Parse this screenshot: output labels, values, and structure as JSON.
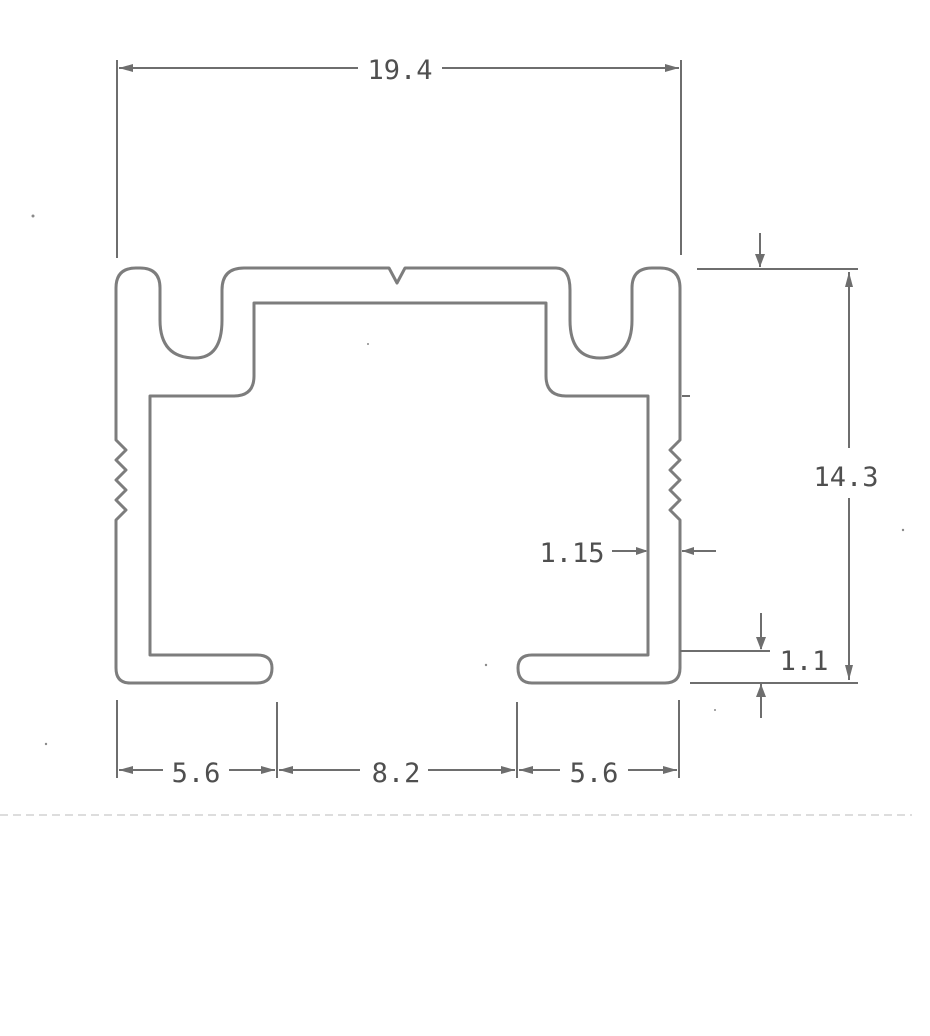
{
  "dimensions": {
    "overall_width": "19.4",
    "overall_height": "14.3",
    "wall_thickness": "1.15",
    "flange_thickness": "1.1",
    "left_flange": "5.6",
    "opening": "8.2",
    "right_flange": "5.6"
  },
  "colors": {
    "line": "#7d7d7d",
    "text": "#4f4f4f"
  }
}
